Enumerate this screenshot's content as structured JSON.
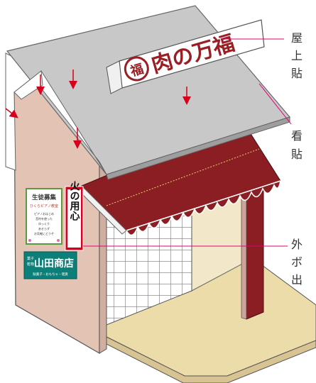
{
  "signboard": {
    "logo_char": "福",
    "shop_name": "肉の万福"
  },
  "fire_notice": {
    "text": "火の用心"
  },
  "recruit_poster": {
    "title": "生徒募集",
    "subtitle": "ひくらピアノ教室",
    "body": [
      "ピアノおはじめ",
      "音符を使った",
      "ゆっくり",
      "あせらず",
      "お気軽にどうぞ"
    ]
  },
  "shop_sign": {
    "small": [
      "菓子",
      "乾物"
    ],
    "name": "山田商店",
    "sub": "駄菓子・おもちゃ・雑貨"
  },
  "labels": {
    "roof": [
      "屋",
      "上",
      "貼"
    ],
    "sign": [
      "看",
      "貼"
    ],
    "wall": [
      "外",
      "ボ",
      "出"
    ]
  },
  "colors": {
    "roof": "#c8c8c8",
    "wall": "#e3c3b4",
    "floor": "#ecdcaa",
    "awning": "#8a1e23",
    "pillar": "#8a1e23",
    "sign_text": "#9a1f24",
    "leader_line": "#e0007a",
    "arrow": "#d6001c",
    "shop_sign_bg": "#0b7f78"
  }
}
